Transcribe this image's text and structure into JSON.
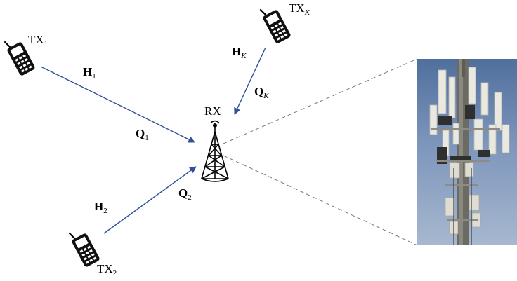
{
  "transmitters": [
    {
      "label": "TX",
      "index": "1"
    },
    {
      "label": "TX",
      "index": "2"
    },
    {
      "label": "TX",
      "index": "K"
    }
  ],
  "receiver": {
    "label": "RX"
  },
  "channels": [
    {
      "symbol": "H",
      "index": "1"
    },
    {
      "symbol": "H",
      "index": "2"
    },
    {
      "symbol": "H",
      "index": "K"
    }
  ],
  "precoders": [
    {
      "symbol": "Q",
      "index": "1"
    },
    {
      "symbol": "Q",
      "index": "2"
    },
    {
      "symbol": "Q",
      "index": "K"
    }
  ],
  "colors": {
    "arrow": "#2f4f9a",
    "dashed": "#777777",
    "sky": "#6f8db8"
  },
  "icons": {
    "phone": "mobile-phone-icon",
    "tower": "radio-tower-icon",
    "photo": "cell-tower-photo"
  }
}
